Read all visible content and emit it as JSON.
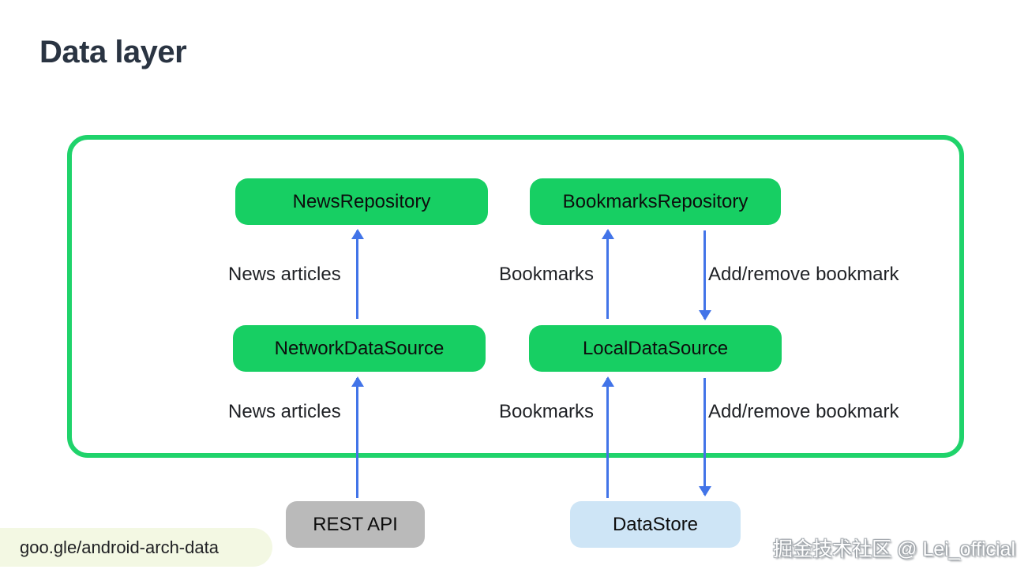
{
  "title": "Data layer",
  "colors": {
    "node_green": "#17CF63",
    "border_green": "#1FD36B",
    "arrow_blue": "#4274E8",
    "rest_gray": "#BABABA",
    "datastore_blue": "#CEE5F6",
    "link_bg": "#F3F8E3",
    "title_color": "#2A3442",
    "label_color": "#1F2125"
  },
  "nodes": {
    "news_repository": "NewsRepository",
    "bookmarks_repository": "BookmarksRepository",
    "network_data_source": "NetworkDataSource",
    "local_data_source": "LocalDataSource",
    "rest_api": "REST API",
    "data_store": "DataStore"
  },
  "edge_labels": {
    "news_articles_top": "News articles",
    "bookmarks_top": "Bookmarks",
    "add_remove_top": "Add/remove bookmark",
    "news_articles_bottom": "News articles",
    "bookmarks_bottom": "Bookmarks",
    "add_remove_bottom": "Add/remove bookmark"
  },
  "edges": [
    {
      "from": "NetworkDataSource",
      "to": "NewsRepository",
      "direction": "up",
      "label": "News articles"
    },
    {
      "from": "LocalDataSource",
      "to": "BookmarksRepository",
      "direction": "up",
      "label": "Bookmarks"
    },
    {
      "from": "BookmarksRepository",
      "to": "LocalDataSource",
      "direction": "down",
      "label": "Add/remove bookmark"
    },
    {
      "from": "REST API",
      "to": "NetworkDataSource",
      "direction": "up",
      "label": "News articles"
    },
    {
      "from": "DataStore",
      "to": "LocalDataSource",
      "direction": "up",
      "label": "Bookmarks"
    },
    {
      "from": "LocalDataSource",
      "to": "DataStore",
      "direction": "down",
      "label": "Add/remove bookmark"
    }
  ],
  "footer": {
    "link": "goo.gle/android-arch-data",
    "watermark": "掘金技术社区 @ Lei_official"
  }
}
